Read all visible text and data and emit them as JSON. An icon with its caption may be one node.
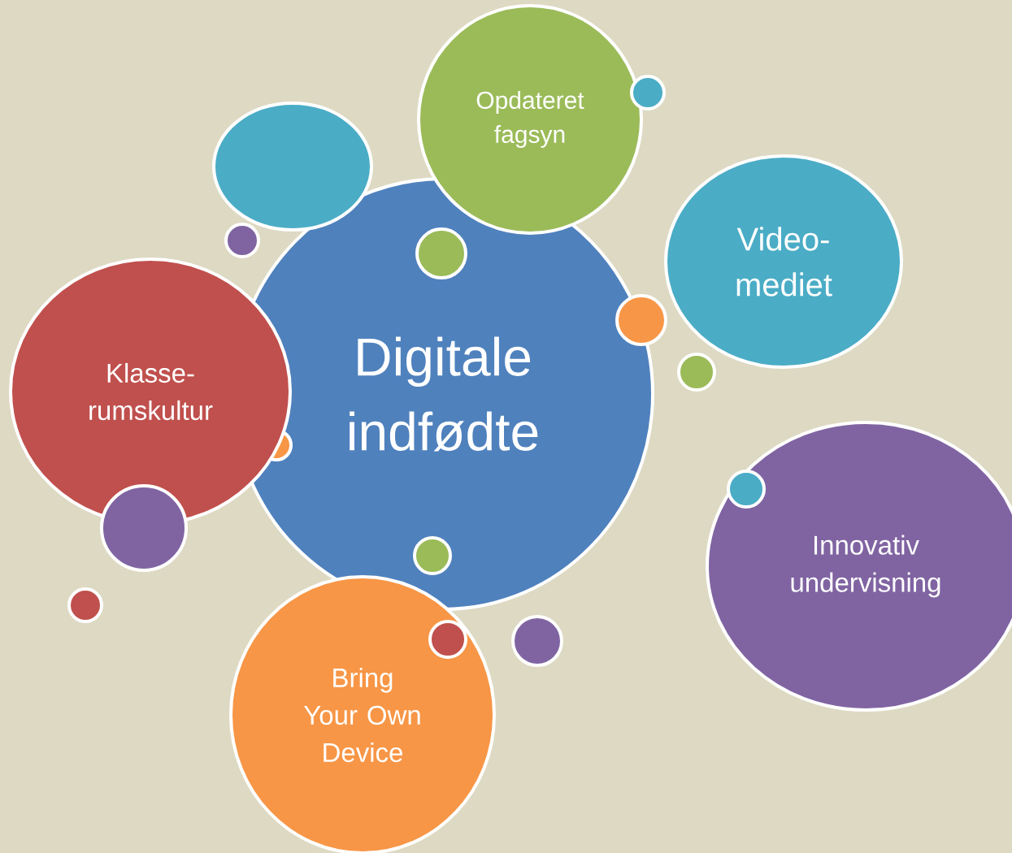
{
  "diagram": {
    "nodes": [
      {
        "text": [
          "Opdateret fagsyn"
        ]
      },
      {
        "text": [],
        "shape": "circle"
      },
      {
        "text": [
          "Video- mediet"
        ]
      },
      {
        "text": [
          "Digitale indfødte"
        ]
      },
      {
        "text": [
          "Klasse- rumskultur"
        ]
      },
      {
        "text": [],
        "shape": "circle"
      },
      {
        "text": [
          "Innovativ undervisning"
        ]
      },
      {
        "text": [
          "Bring Your Own Device"
        ]
      }
    ]
  }
}
